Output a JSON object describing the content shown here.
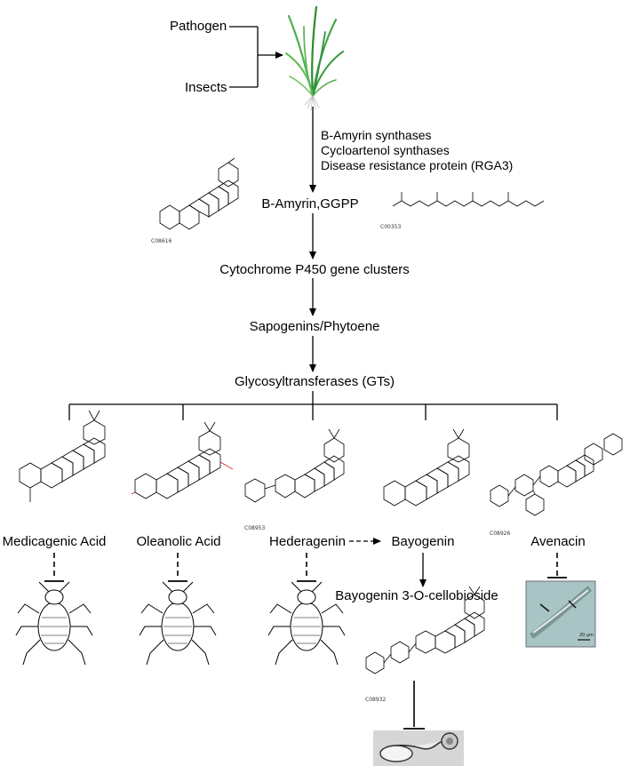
{
  "inputs": {
    "pathogen": "Pathogen",
    "insects": "Insects"
  },
  "enzymes": [
    "B-Amyrin synthases",
    "Cycloartenol synthases",
    "Disease resistance protein (RGA3)"
  ],
  "pathway": {
    "precursor": "B-Amyrin,GGPP",
    "step2": "Cytochrome P450 gene clusters",
    "step3": "Sapogenins/Phytoene",
    "step4": "Glycosyltransferases (GTs)"
  },
  "compound_codes": {
    "amyrin": "C08616",
    "ggpp": "C00353",
    "hederagenin": "C08953",
    "avenacin": "C08926",
    "cellobioside": "C08932"
  },
  "products": [
    {
      "name": "Medicagenic Acid",
      "target": "insect"
    },
    {
      "name": "Oleanolic Acid",
      "target": "insect"
    },
    {
      "name": "Hederagenin",
      "target": "insect"
    },
    {
      "name": "Bayogenin",
      "target": ""
    },
    {
      "name": "Avenacin",
      "target": "fungus"
    }
  ],
  "derived": {
    "name": "Bayogenin 3-O-cellobioside",
    "target": "fungus"
  },
  "scale_bar": "20 μm",
  "colors": {
    "line": "#000000",
    "plant": "#3aa53a",
    "micrograph_bg": "#a9c4c4",
    "hydroxyl_red": "#cc2222"
  }
}
